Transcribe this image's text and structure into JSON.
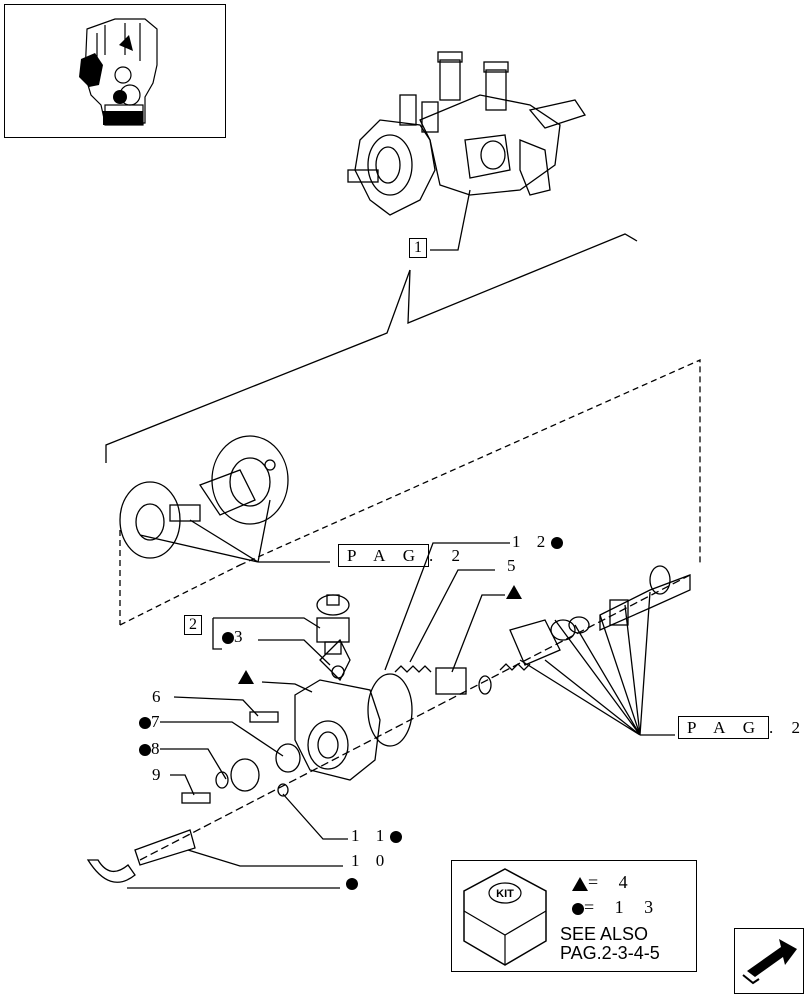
{
  "callouts": {
    "ref1": "1",
    "ref2": "2",
    "item3": "3",
    "item5": "5",
    "item6": "6",
    "item7": "7",
    "item8": "8",
    "item9": "9",
    "item10": "1 0",
    "item11": "1 1",
    "item12": "1 2"
  },
  "pag_refs": {
    "upper_prefix": "P A G",
    "upper_suffix": ". 2",
    "lower_prefix": "P A G",
    "lower_suffix": ". 2"
  },
  "kit_legend": {
    "kit_label": "KIT",
    "triangle_value": "= 4",
    "dot_value": "= 1 3",
    "see_also_line1": "SEE ALSO",
    "see_also_line2": "PAG.2-3-4-5"
  },
  "icons": {
    "kit": "kit-box-icon",
    "nav": "next-page-arrow-icon",
    "kit_marker_triangle": "triangle-marker-icon",
    "kit_marker_dot": "dot-marker-icon"
  }
}
